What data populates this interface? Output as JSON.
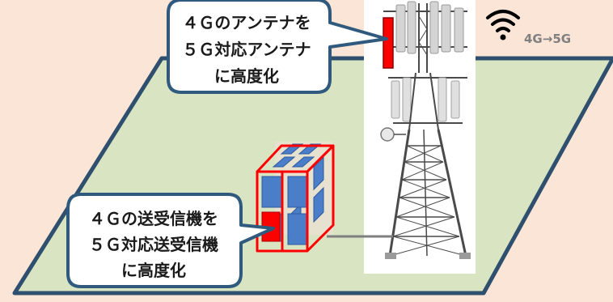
{
  "scene": {
    "antenna_callout": {
      "lines": [
        "４Ｇのアンテナを",
        "５Ｇ対応アンテナ",
        "に高度化"
      ]
    },
    "transceiver_callout": {
      "lines": [
        "４Ｇの送受信機を",
        "５Ｇ対応送受信機",
        "に高度化"
      ]
    },
    "network_label": "4G→5G",
    "icons": {
      "wifi": "wifi-signal-icon"
    },
    "colors": {
      "background": "#fbe5d6",
      "ground_fill": "#d9e4c3",
      "ground_border": "#2f4f6f",
      "callout_fill": "#ffffff",
      "callout_border": "#2f5a7e",
      "highlight_red": "#ff0000",
      "module_blue": "#4a7ec8"
    }
  }
}
